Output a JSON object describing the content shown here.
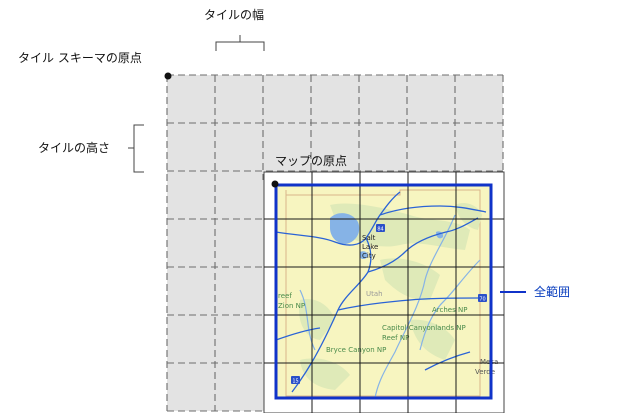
{
  "labels": {
    "tile_width": "タイルの幅",
    "tile_scheme_origin": "タイル スキーマの原点",
    "tile_height": "タイルの高さ",
    "map_origin": "マップの原点",
    "full_extent": "全範囲"
  },
  "map": {
    "city": [
      "Salt",
      "Lake",
      "City"
    ],
    "state": "Utah",
    "parks": [
      "Capitol Canyonlands NP",
      "Reef NP",
      "Bryce Canyon NP",
      "Arches NP"
    ],
    "park_fragments": [
      "reef",
      "Zion NP",
      "Mesa",
      "Verde"
    ],
    "highway_shields": [
      "84",
      "70",
      "15"
    ]
  },
  "colors": {
    "tile_fill": "#e3e3e3",
    "dash": "#6d6d6d",
    "extent_blue": "#1033c9",
    "map_land": "#f7f5c0",
    "map_green": "#dfeab8",
    "water": "#86b3e6",
    "road": "#2a63d6",
    "tile_line": "#1a1a1a"
  }
}
